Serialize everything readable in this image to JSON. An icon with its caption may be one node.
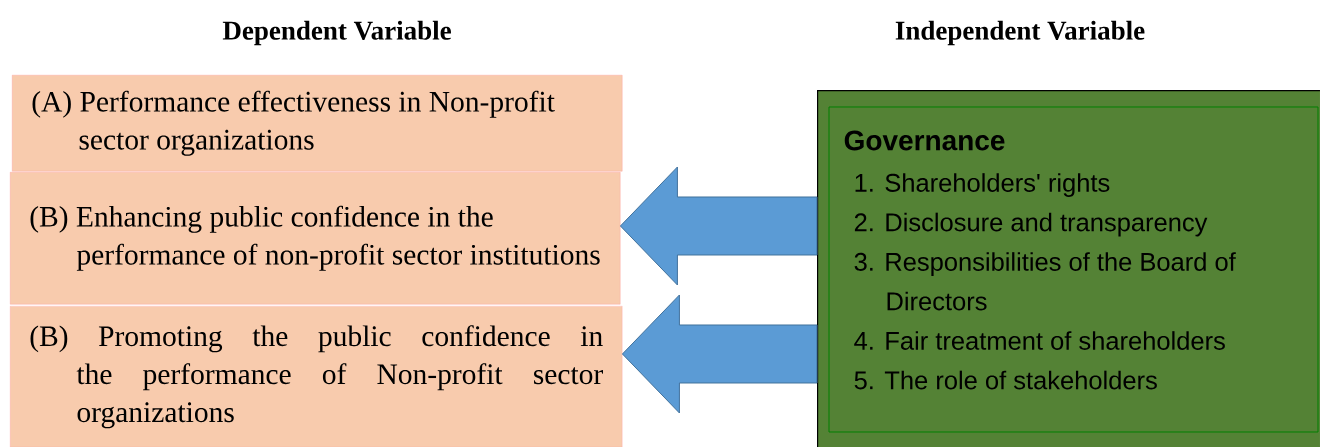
{
  "diagram": {
    "nodes": [
      {
        "text": [
          "(A) Performance effectiveness in Non-profit sector organizations"
        ]
      },
      {
        "text": [
          "(B) Enhancing public confidence in the performance of non-profit sector institutions"
        ]
      },
      {
        "text": [
          "(B) Promoting the public confidence in the performance of Non-profit sector organizations"
        ]
      },
      {
        "text": [
          "Governance",
          "1. Shareholders' rights",
          "2. Disclosure and transparency",
          "3. Responsibilities of the Board of Directors",
          "4. Fair treatment of shareholders",
          "5. The role of stakeholders"
        ]
      }
    ],
    "edges": [
      {
        "from": 3,
        "to": 1,
        "arrow": "to"
      },
      {
        "from": 3,
        "to": 2,
        "arrow": "to"
      }
    ],
    "labels": [
      "Dependent Variable",
      "Independent Variable"
    ]
  }
}
